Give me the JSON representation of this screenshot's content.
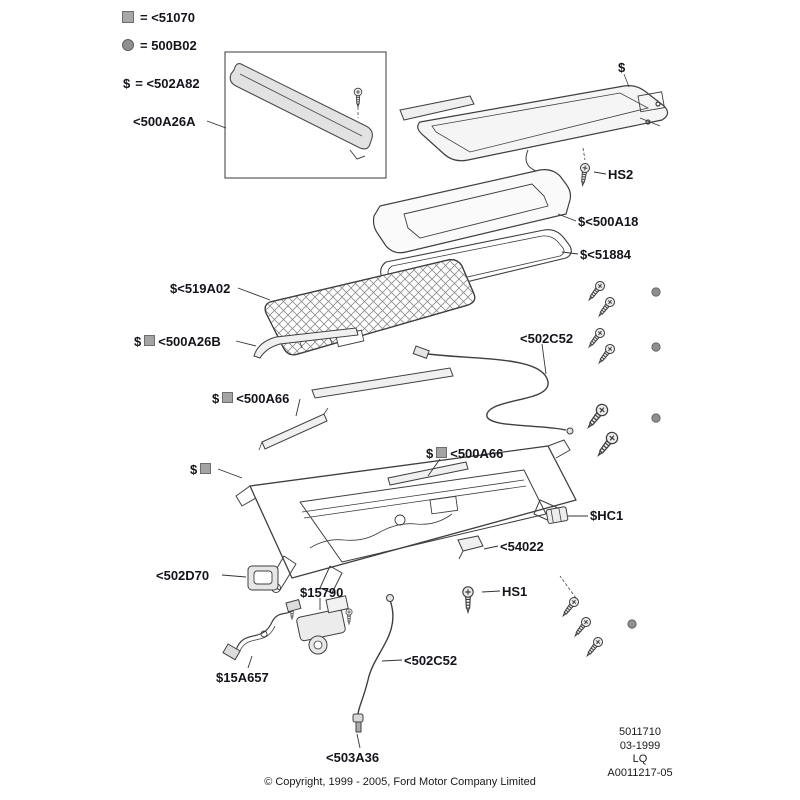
{
  "legend": {
    "items": [
      {
        "symbol": "■",
        "text": "= <51070"
      },
      {
        "symbol": "●",
        "text": "= 500B02"
      },
      {
        "symbol": "$",
        "text": "= <502A82"
      }
    ]
  },
  "labels": [
    {
      "text": "<500A26A"
    },
    {
      "text": "$"
    },
    {
      "text": "HS2"
    },
    {
      "text": "$<500A18"
    },
    {
      "text": "$<51884"
    },
    {
      "text": "$<519A02"
    },
    {
      "pre": "$",
      "text": "<500A26B"
    },
    {
      "text": "<502C52"
    },
    {
      "pre": "$",
      "text": "<500A66"
    },
    {
      "pre": "$",
      "text": "<500A66"
    },
    {
      "pre": "$",
      "text": ""
    },
    {
      "text": "$HC1"
    },
    {
      "text": "<54022"
    },
    {
      "text": "<502D70"
    },
    {
      "text": "$15790"
    },
    {
      "text": "HS1"
    },
    {
      "text": "<502C52"
    },
    {
      "text": "$15A657"
    },
    {
      "text": "<503A36"
    }
  ],
  "ref_block": {
    "lines": [
      "5011710",
      "03-1999",
      "LQ",
      "A0011217-05"
    ]
  },
  "footer": {
    "copyright": "© Copyright, 1999 - 2005, Ford Motor Company Limited"
  }
}
